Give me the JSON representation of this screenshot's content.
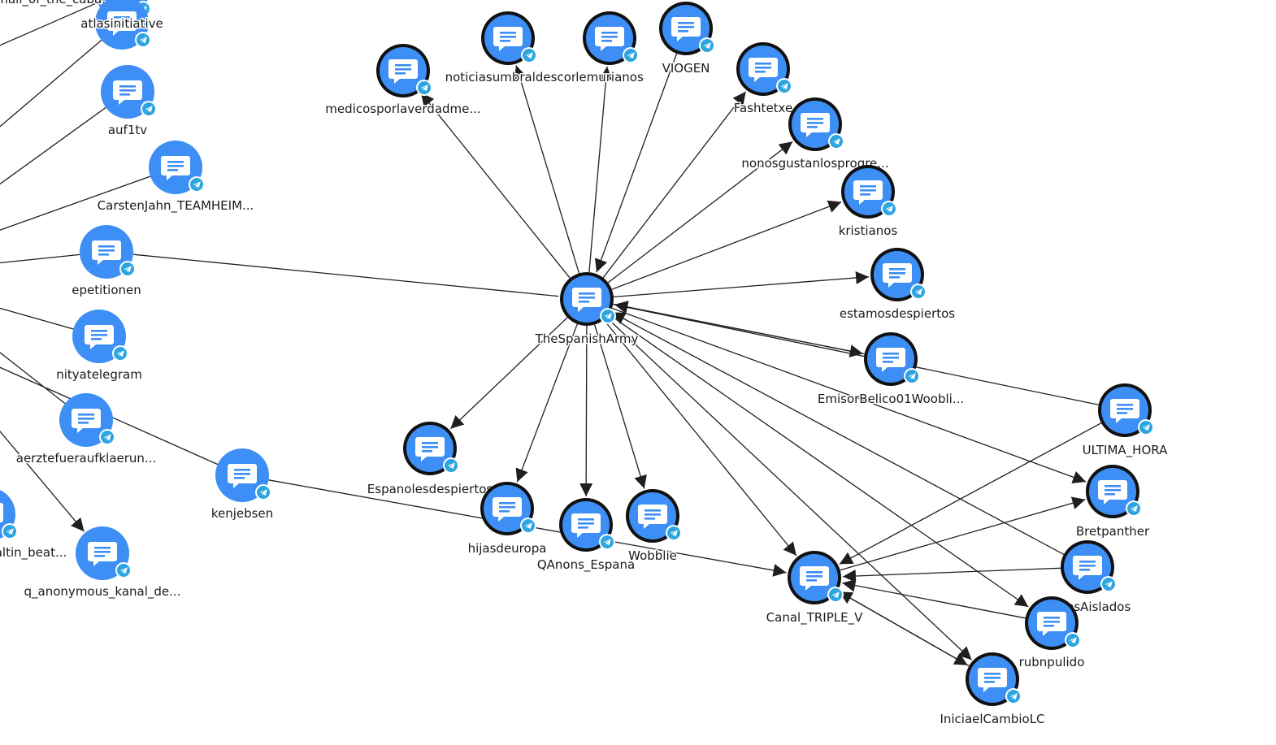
{
  "graph": {
    "colors": {
      "node_fill": "#3d8ef5",
      "node_ring": "#111111",
      "edge": "#1f1f1f",
      "badge": "#2ca5e0",
      "icon": "#ffffff"
    },
    "node_icon": "message-bubble-icon",
    "badge_icon": "telegram-icon",
    "nodes": [
      {
        "id": "hall_of_the_caba",
        "label": "hall_of_the_caba...",
        "ring": false
      },
      {
        "id": "atlasinitiative",
        "label": "atlasinitiative",
        "ring": false
      },
      {
        "id": "auf1tv",
        "label": "auf1tv",
        "ring": false
      },
      {
        "id": "CarstenJahn",
        "label": "CarstenJahn_TEAMHEIM...",
        "ring": false
      },
      {
        "id": "epetitionen",
        "label": "epetitionen",
        "ring": false
      },
      {
        "id": "nityatelegram",
        "label": "nityatelegram",
        "ring": false
      },
      {
        "id": "aerztefueraufklaerun",
        "label": "aerztefueraufklaerun...",
        "ring": false
      },
      {
        "id": "kenjebsen",
        "label": "kenjebsen",
        "ring": false
      },
      {
        "id": "altin_beat",
        "label": "altin_beat...",
        "ring": false
      },
      {
        "id": "q_anonymous",
        "label": "q_anonymous_kanal_de...",
        "ring": false
      },
      {
        "id": "medicosporlaverdad",
        "label": "medicosporlaverdadme...",
        "ring": true
      },
      {
        "id": "noticiasumbral",
        "label": "noticiasumbraldescon",
        "ring": true
      },
      {
        "id": "lemurianos",
        "label": "lemurianos",
        "ring": true
      },
      {
        "id": "VIOGEN",
        "label": "VIOGEN",
        "ring": true
      },
      {
        "id": "Fashtetxe",
        "label": "Fashtetxe",
        "ring": true
      },
      {
        "id": "nonosgustan",
        "label": "nonosgustanlosprogre...",
        "ring": true
      },
      {
        "id": "kristianos",
        "label": "kristianos",
        "ring": true
      },
      {
        "id": "estamosdespiertos",
        "label": "estamosdespiertos",
        "ring": true
      },
      {
        "id": "TheSpanishArmy",
        "label": "TheSpanishArmy",
        "ring": true
      },
      {
        "id": "EmisorBelico",
        "label": "EmisorBelico01Woobli...",
        "ring": true
      },
      {
        "id": "ULTIMA_HORA",
        "label": "ULTIMA_HORA",
        "ring": true
      },
      {
        "id": "Espanolesdespiertos",
        "label": "Espanolesdespiertos",
        "ring": true
      },
      {
        "id": "hijasdeuropa",
        "label": "hijasdeuropa",
        "ring": true
      },
      {
        "id": "QAnons_Espana",
        "label": "QAnons_Espana",
        "ring": true
      },
      {
        "id": "Wobblie",
        "label": "Wobblie",
        "ring": true
      },
      {
        "id": "Bretpanther",
        "label": "Bretpanther",
        "ring": true
      },
      {
        "id": "Canal_TRIPLE_V",
        "label": "Canal_TRIPLE_V",
        "ring": true
      },
      {
        "id": "CasosAislados",
        "label": "CasosAislados",
        "ring": true
      },
      {
        "id": "rubnpulido",
        "label": "rubnpulido",
        "ring": true
      },
      {
        "id": "IniciaelCambioLC",
        "label": "IniciaelCambioLC",
        "ring": true
      }
    ],
    "edges": [
      {
        "from": "TheSpanishArmy",
        "to": "medicosporlaverdad",
        "arrow": true
      },
      {
        "from": "TheSpanishArmy",
        "to": "noticiasumbral",
        "arrow": true
      },
      {
        "from": "TheSpanishArmy",
        "to": "lemurianos",
        "arrow": true
      },
      {
        "from": "VIOGEN",
        "to": "TheSpanishArmy",
        "arrow": true
      },
      {
        "from": "TheSpanishArmy",
        "to": "Fashtetxe",
        "arrow": true
      },
      {
        "from": "TheSpanishArmy",
        "to": "nonosgustan",
        "arrow": true
      },
      {
        "from": "TheSpanishArmy",
        "to": "kristianos",
        "arrow": true
      },
      {
        "from": "TheSpanishArmy",
        "to": "estamosdespiertos",
        "arrow": true
      },
      {
        "from": "TheSpanishArmy",
        "to": "EmisorBelico",
        "arrow": true
      },
      {
        "from": "EmisorBelico",
        "to": "TheSpanishArmy",
        "arrow": true
      },
      {
        "from": "TheSpanishArmy",
        "to": "Espanolesdespiertos",
        "arrow": true
      },
      {
        "from": "TheSpanishArmy",
        "to": "hijasdeuropa",
        "arrow": true
      },
      {
        "from": "TheSpanishArmy",
        "to": "QAnons_Espana",
        "arrow": true
      },
      {
        "from": "TheSpanishArmy",
        "to": "Wobblie",
        "arrow": true
      },
      {
        "from": "TheSpanishArmy",
        "to": "Canal_TRIPLE_V",
        "arrow": true
      },
      {
        "from": "TheSpanishArmy",
        "to": "Bretpanther",
        "arrow": true
      },
      {
        "from": "TheSpanishArmy",
        "to": "rubnpulido",
        "arrow": true
      },
      {
        "from": "TheSpanishArmy",
        "to": "IniciaelCambioLC",
        "arrow": true
      },
      {
        "from": "CasosAislados",
        "to": "TheSpanishArmy",
        "arrow": true
      },
      {
        "from": "ULTIMA_HORA",
        "to": "TheSpanishArmy",
        "arrow": true
      },
      {
        "from": "ULTIMA_HORA",
        "to": "Canal_TRIPLE_V",
        "arrow": true
      },
      {
        "from": "Canal_TRIPLE_V",
        "to": "Bretpanther",
        "arrow": true
      },
      {
        "from": "CasosAislados",
        "to": "Canal_TRIPLE_V",
        "arrow": true
      },
      {
        "from": "rubnpulido",
        "to": "Canal_TRIPLE_V",
        "arrow": true
      },
      {
        "from": "IniciaelCambioLC",
        "to": "Canal_TRIPLE_V",
        "arrow": true
      },
      {
        "from": "Canal_TRIPLE_V",
        "to": "IniciaelCambioLC",
        "arrow": true
      },
      {
        "from": "kenjebsen",
        "to": "Canal_TRIPLE_V",
        "arrow": true
      },
      {
        "from": "epetitionen",
        "to": "TheSpanishArmy",
        "arrow": false
      },
      {
        "from": "hall_of_the_caba",
        "to": "offleft_1",
        "arrow": false
      },
      {
        "from": "atlasinitiative",
        "to": "offleft_2",
        "arrow": false
      },
      {
        "from": "auf1tv",
        "to": "offleft_3",
        "arrow": false
      },
      {
        "from": "CarstenJahn",
        "to": "offleft_4",
        "arrow": false
      },
      {
        "from": "epetitionen",
        "to": "offleft_5",
        "arrow": false
      },
      {
        "from": "nityatelegram",
        "to": "offleft_6",
        "arrow": false
      },
      {
        "from": "aerztefueraufklaerun",
        "to": "offleft_7",
        "arrow": false
      },
      {
        "from": "kenjebsen",
        "to": "offleft_8",
        "arrow": false
      },
      {
        "from": "offleft_9",
        "to": "q_anonymous",
        "arrow": true
      }
    ]
  }
}
